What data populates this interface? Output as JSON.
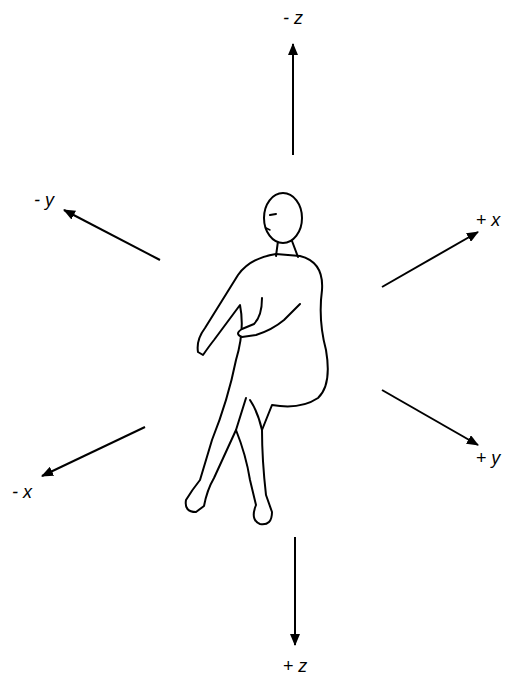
{
  "diagram": {
    "labels": [
      "- z",
      "- y",
      "+ x",
      "- x",
      "+ y",
      "+ z"
    ]
  }
}
